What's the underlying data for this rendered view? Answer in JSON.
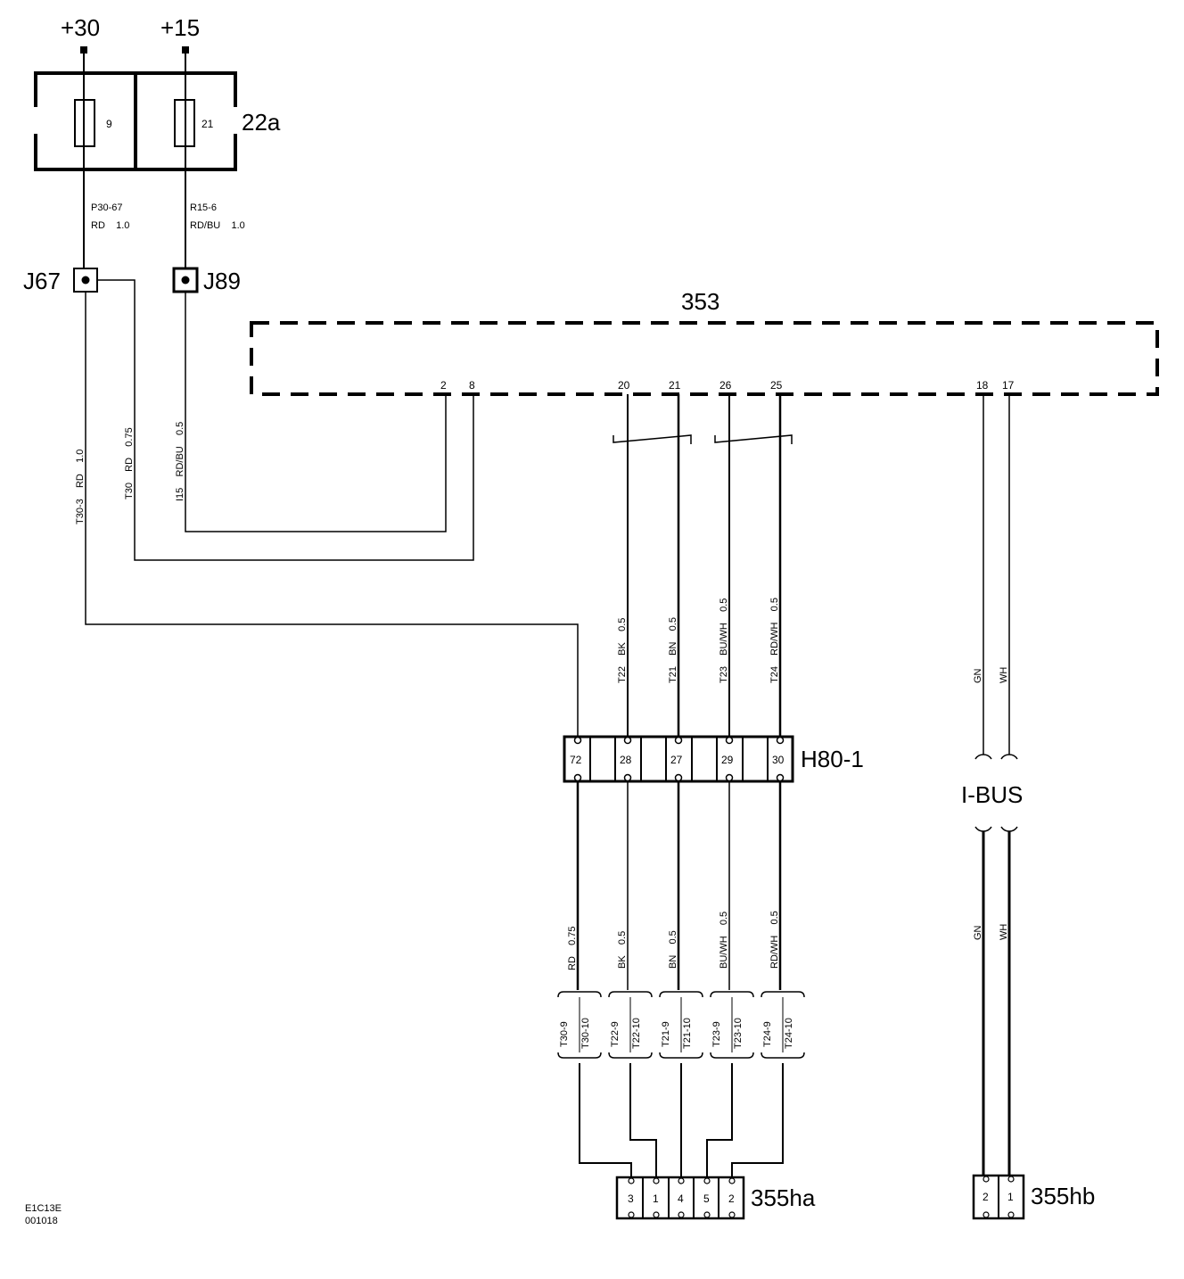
{
  "supply": {
    "plus30": "+30",
    "plus15": "+15"
  },
  "fusebox": {
    "name": "22a",
    "fuse1": "9",
    "fuse2": "21",
    "wire1_id": "P30-67",
    "wire1_spec": "RD    1.0",
    "wire2_id": "R15-6",
    "wire2_spec": "RD/BU    1.0"
  },
  "junctions": {
    "j1": "J67",
    "j2": "J89"
  },
  "module": {
    "name": "353",
    "pins": [
      "2",
      "8",
      "20",
      "21",
      "26",
      "25",
      "18",
      "17"
    ]
  },
  "vertical_wires": {
    "t30_3": "T30-3    RD    1.0",
    "t30": "T30    RD    0.75",
    "i15": "I15    RD/BU    0.5",
    "t22": "T22    BK    0.5",
    "t21": "T21    BN    0.5",
    "t23": "T23    BU/WH    0.5",
    "t24": "T24    RD/WH    0.5",
    "gn_top": "GN",
    "wh_top": "WH",
    "rd_lower": "RD    0.75",
    "bk_lower": "BK    0.5",
    "bn_lower": "BN    0.5",
    "buwh_lower": "BU/WH    0.5",
    "rdwh_lower": "RD/WH    0.5",
    "gn_bottom": "GN",
    "wh_bottom": "WH"
  },
  "connector_h80": {
    "name": "H80-1",
    "pins": [
      "72",
      "28",
      "27",
      "29",
      "30"
    ]
  },
  "bus": {
    "label": "I-BUS"
  },
  "splices": [
    {
      "a": "T30-9",
      "b": "T30-10"
    },
    {
      "a": "T22-9",
      "b": "T22-10"
    },
    {
      "a": "T21-9",
      "b": "T21-10"
    },
    {
      "a": "T23-9",
      "b": "T23-10"
    },
    {
      "a": "T24-9",
      "b": "T24-10"
    }
  ],
  "connector_355ha": {
    "name": "355ha",
    "pins": [
      "3",
      "1",
      "4",
      "5",
      "2"
    ]
  },
  "connector_355hb": {
    "name": "355hb",
    "pins": [
      "2",
      "1"
    ]
  },
  "footer": {
    "code": "E1C13E",
    "date": "001018"
  }
}
